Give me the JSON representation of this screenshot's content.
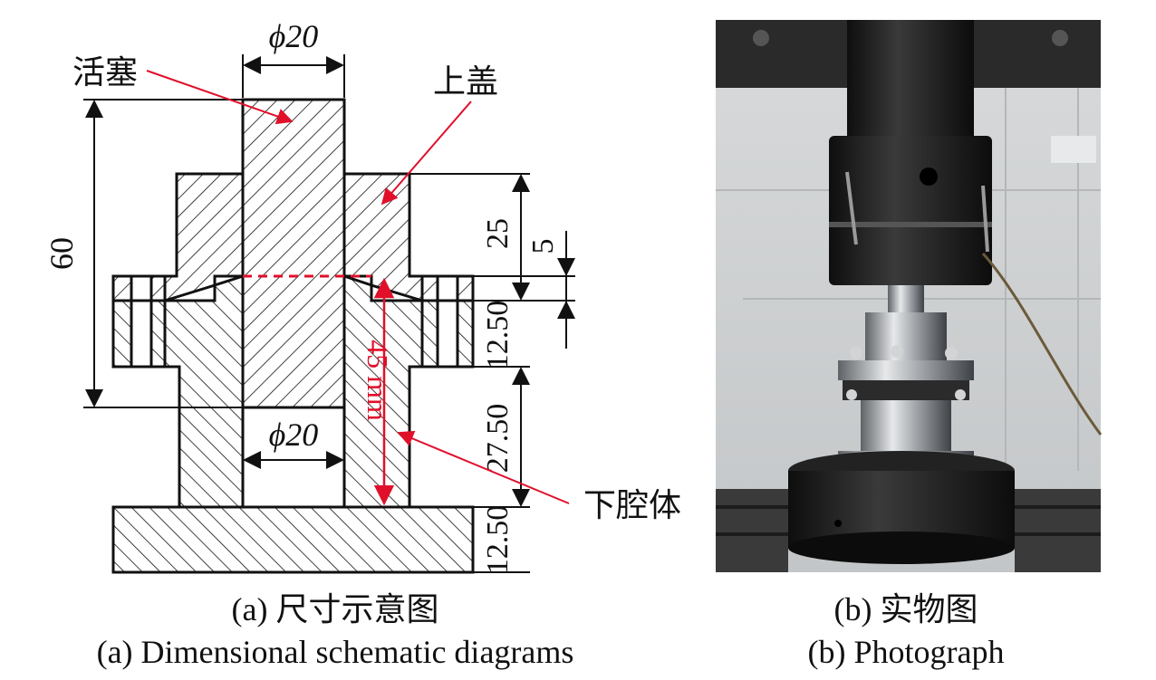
{
  "panel_a": {
    "labels": {
      "piston": "活塞",
      "upper_cover": "上盖",
      "lower_chamber": "下腔体"
    },
    "dimensions": {
      "top_diameter": "ϕ20",
      "inner_diameter": "ϕ20",
      "total_height": "60",
      "d25": "25",
      "d5": "5",
      "d12_50_upper": "12.50",
      "d27_50": "27.50",
      "d12_50_lower": "12.50",
      "stroke": "45 mm"
    },
    "caption_cn": "(a) 尺寸示意图",
    "caption_en": "(a) Dimensional schematic diagrams"
  },
  "panel_b": {
    "caption_cn": "(b) 实物图",
    "caption_en": "(b) Photograph"
  },
  "colors": {
    "line": "#111111",
    "annotation_red": "#e0102a",
    "photo_bg": "#cfd2d4",
    "metal_dark": "#1c1c1c",
    "steel": "#b9bdc0"
  }
}
